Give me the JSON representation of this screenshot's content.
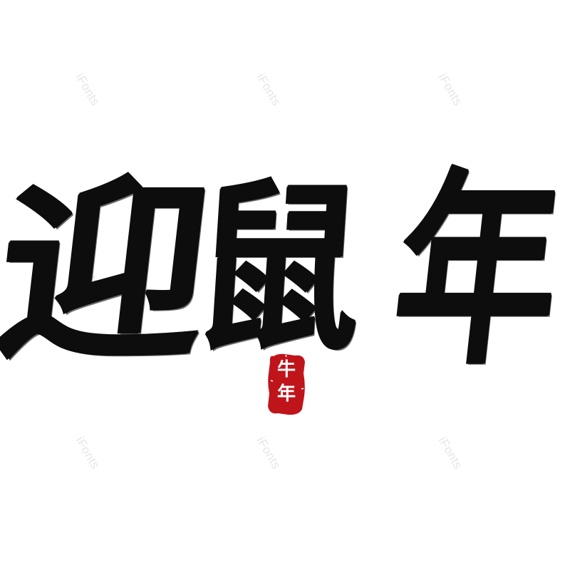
{
  "watermark": {
    "text": "iFonts"
  },
  "title": {
    "chars": [
      "迎",
      "鼠",
      "年"
    ]
  },
  "seal": {
    "chars": [
      "牛",
      "年"
    ],
    "color": "#c0141b"
  },
  "colors": {
    "ink": "#0d0d0d",
    "background": "#ffffff",
    "watermark": "#e6e6e6"
  }
}
